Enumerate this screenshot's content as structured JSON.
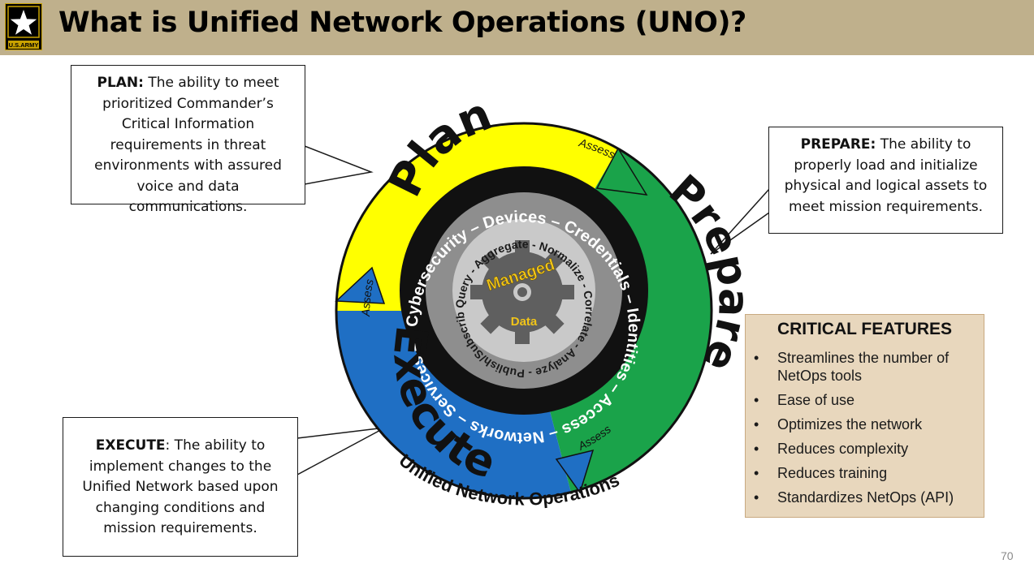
{
  "header": {
    "title": "What is Unified Network Operations (UNO)?",
    "logo_text": "U.S.ARMY"
  },
  "callouts": {
    "plan": {
      "heading": "PLAN:",
      "body": " The ability to meet prioritized Commander’s Critical Information requirements in threat environments with assured voice and data communications."
    },
    "prepare": {
      "heading": "PREPARE:",
      "body": " The ability to properly load and initialize physical and logical assets to meet mission requirements."
    },
    "execute": {
      "heading": "EXECUTE",
      "body": ": The ability to implement changes to the Unified Network based upon changing conditions and mission requirements."
    }
  },
  "diagram": {
    "phases": {
      "plan": "Plan",
      "prepare": "Prepare",
      "execute": "Execute"
    },
    "assess_label": "Assess",
    "ring_text": "Cybersecurity – Devices – Credentials – Identities – Access – Networks – Services –",
    "inner_ring_text": "Query - Aggregate - Normalize - Correlate - Analyze - Publish/Subscribe -",
    "core": {
      "line1": "Managed",
      "line2": "Data"
    },
    "caption": "Unified Network Operations",
    "colors": {
      "plan": "#ffff00",
      "prepare": "#1aa34a",
      "execute": "#1f6fc4",
      "ring": "#111111",
      "core": "#9a9a9a",
      "gear_text": "#f0c419"
    }
  },
  "features": {
    "title": "CRITICAL FEATURES",
    "bullet": "•",
    "items": [
      "Streamlines the number of NetOps tools",
      "Ease of use",
      "Optimizes the network",
      "Reduces complexity",
      "Reduces training",
      "Standardizes NetOps (API)"
    ]
  },
  "page_number": "70"
}
